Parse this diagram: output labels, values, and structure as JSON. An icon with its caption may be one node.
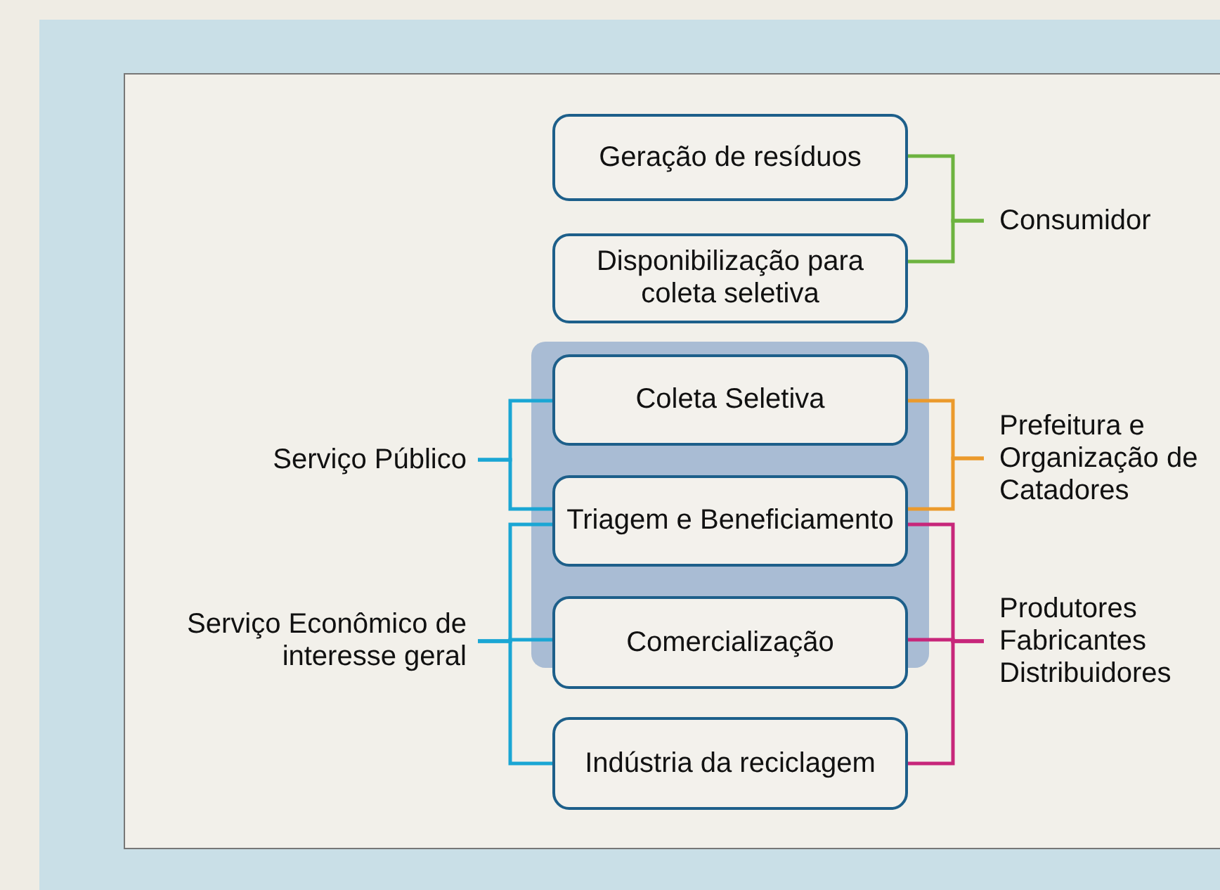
{
  "diagram": {
    "nodes": [
      {
        "text": [
          "Geração de resíduos"
        ]
      },
      {
        "text": [
          "Disponibilização para coleta seletiva"
        ]
      },
      {
        "text": [
          "Coleta Seletiva"
        ]
      },
      {
        "text": [
          "Triagem e Beneficiamento"
        ]
      },
      {
        "text": [
          "Comercialização"
        ]
      },
      {
        "text": [
          "Indústria da reciclagem"
        ]
      },
      {
        "text": [
          "Consumidor"
        ]
      },
      {
        "text": [
          "Prefeitura e Organização de Catadores"
        ]
      },
      {
        "text": [
          "Produtores Fabricantes Distribuidores"
        ]
      },
      {
        "text": [
          "Serviço Público"
        ]
      },
      {
        "text": [
          "Serviço Econômico de interesse geral"
        ]
      }
    ],
    "edges": [
      {
        "from": 6,
        "to": 0,
        "arrow": "none",
        "color": "#6db33f"
      },
      {
        "from": 6,
        "to": 1,
        "arrow": "none",
        "color": "#6db33f"
      },
      {
        "from": 7,
        "to": 2,
        "arrow": "none",
        "color": "#eb9a2c"
      },
      {
        "from": 7,
        "to": 3,
        "arrow": "none",
        "color": "#eb9a2c"
      },
      {
        "from": 8,
        "to": 3,
        "arrow": "none",
        "color": "#c7267a"
      },
      {
        "from": 8,
        "to": 4,
        "arrow": "none",
        "color": "#c7267a"
      },
      {
        "from": 8,
        "to": 5,
        "arrow": "none",
        "color": "#c7267a"
      },
      {
        "from": 9,
        "to": 2,
        "arrow": "none",
        "color": "#1aa6d4"
      },
      {
        "from": 9,
        "to": 3,
        "arrow": "none",
        "color": "#1aa6d4"
      },
      {
        "from": 10,
        "to": 3,
        "arrow": "none",
        "color": "#1aa6d4"
      },
      {
        "from": 10,
        "to": 4,
        "arrow": "none",
        "color": "#1aa6d4"
      },
      {
        "from": 10,
        "to": 5,
        "arrow": "none",
        "color": "#1aa6d4"
      }
    ]
  }
}
